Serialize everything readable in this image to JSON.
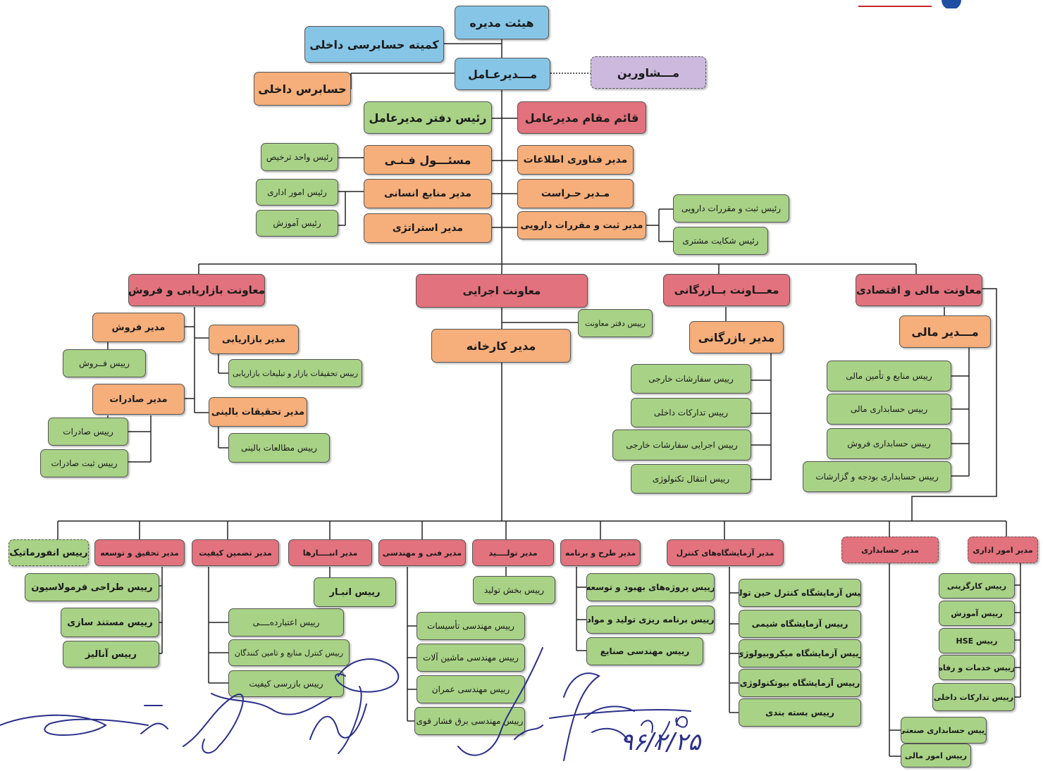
{
  "colors": {
    "board": "#86c5e6",
    "executive": "#e2727d",
    "manager": "#f6ae7a",
    "head": "#a8d286",
    "advisor": "#cdb9de"
  },
  "nodes": {
    "board": "هیئت مدیره",
    "internal_audit_committee": "کمیته حسابرسی داخلی",
    "internal_auditor": "حسابرس داخلی",
    "ceo": "مـــدیرعـامل",
    "advisors": "مـــشاورین",
    "ceo_office_head": "رئیس دفتر مدیرعامل",
    "deputy_ceo": "قائم مقام مدیرعامل",
    "technical_responsible": "مسئـــول فـنـی",
    "clearance_unit_head": "رئیس واحد ترخیص",
    "it_manager": "مدیر فناوری اطلاعات",
    "hr_manager": "مدیر منابع انسانی",
    "admin_affairs_head": "رئیس امور اداری",
    "training_head": "رئیس آموزش",
    "security_manager": "مـدیر حـراست",
    "strategy_manager": "مدیر استراتژی",
    "pharma_reg_manager": "مدیر ثبت و مقررات دارویی",
    "pharma_reg_head": "رئیس ثبت و مقررات دارویی",
    "complaints_head": "رئیس شکایت مشتری",
    "vp_marketing_sales": "معاونت بازاریابی و فروش",
    "vp_executive": "معاونت اجرایی",
    "vp_commercial": "معـــاونت بــازرگانی",
    "vp_finance": "معاونت مالی و اقتصادی",
    "sales_manager": "مدیر فروش",
    "sales_head": "رییس فــروش",
    "export_manager": "مدیر صادرات",
    "export_head": "رییس صادرات",
    "export_reg_head": "رییس ثبت صادرات",
    "marketing_manager": "مدیر بازاریابی",
    "market_research_head": "رییس تحقیقات بازار و تبلیغات بازاریابی",
    "clinical_research_manager": "مدیر تحقیقات بالینی",
    "clinical_studies_head": "رییس مطالعات بالینی",
    "vp_office_head": "رییس دفتر معاونت",
    "factory_manager": "مدیر کارخانه",
    "commercial_manager": "مدیر بازرگانی",
    "foreign_orders_head": "رییس سفارشات خارجی",
    "domestic_procurement_head": "رییس تدارکات داخلی",
    "foreign_orders_exec_head": "رییس اجرایی سفارشات خارجی",
    "tech_transfer_head": "رییس انتقال تکنولوژی",
    "finance_manager": "مـــدیر مالی",
    "funding_head": "رییس منابع و تأمین مالی",
    "financial_accounting_head": "رییس حسابداری مالی",
    "sales_accounting_head": "رییس حسابداری فروش",
    "budget_accounting_head": "رییس حسابداری بودجه و گزارشات",
    "informatics_head": "رییس انفورماتیک",
    "rnd_manager": "مدیر تحقیق و توسعه",
    "formulation_design_head": "رییس طراحی فرمولاسیون",
    "documentation_head": "رییس مستند سازی",
    "analysis_head": "رییس آنالیز",
    "qa_manager": "مدیر تضمین کیفیت",
    "validation_head": "رییس اعتبارده‌ــــی",
    "supplier_control_head": "رییس کنترل منابع و تامین کنندگان",
    "quality_audit_head": "رییس بازرسی کیفیت",
    "warehouse_manager": "مدیر انبــــارها",
    "warehouse_head": "رییس انبـار",
    "engineering_manager": "مدیر فنی و مهندسی",
    "facilities_eng_head": "رییس مهندسی تأسیسات",
    "machinery_eng_head": "رییس مهندسی ماشین آلات",
    "civil_eng_head": "رییس مهندسی عمران",
    "hv_electrical_eng_head": "رییس مهندسی برق فشار قوی",
    "production_manager": "مدیر تولــــید",
    "production_section_head": "رییس بخش تولید",
    "planning_manager": "مدیر طرح و برنامه",
    "improvement_projects_head": "رییس پروژه‌های بهبود و توسعه",
    "production_planning_head": "رییس برنامه ریزی تولید و مواد",
    "industrial_eng_head": "رییس مهندسی صنایع",
    "qc_labs_manager": "مدیر آزمایشگاه‌های کنترل",
    "ipc_lab_head": "رییس آزمایشگاه کنترل حین تولید",
    "chem_lab_head": "رییس آزمایشگاه شیمی",
    "micro_lab_head": "رییس آزمایشگاه میکروبیولوژی",
    "biotech_lab_head": "رییس آزمایشگاه بیوتکنولوژی",
    "packaging_head": "رییس بسته بندی",
    "accounting_manager": "مدیر حسابداری",
    "industrial_accounting_head": "رییس حسابداری صنعتی",
    "financial_affairs_head": "رییس امور مالی",
    "admin_manager": "مدیر امور اداری",
    "staffing_head": "رییس کارگزینی",
    "training_head_2": "رییس آموزش",
    "hse_head": "رییس HSE",
    "welfare_head": "رییس خدمات و رفاه",
    "internal_procurement_head": "رییس تدارکات داخلی"
  },
  "signatures": {
    "date": "۹۶/۲/۲۵"
  }
}
